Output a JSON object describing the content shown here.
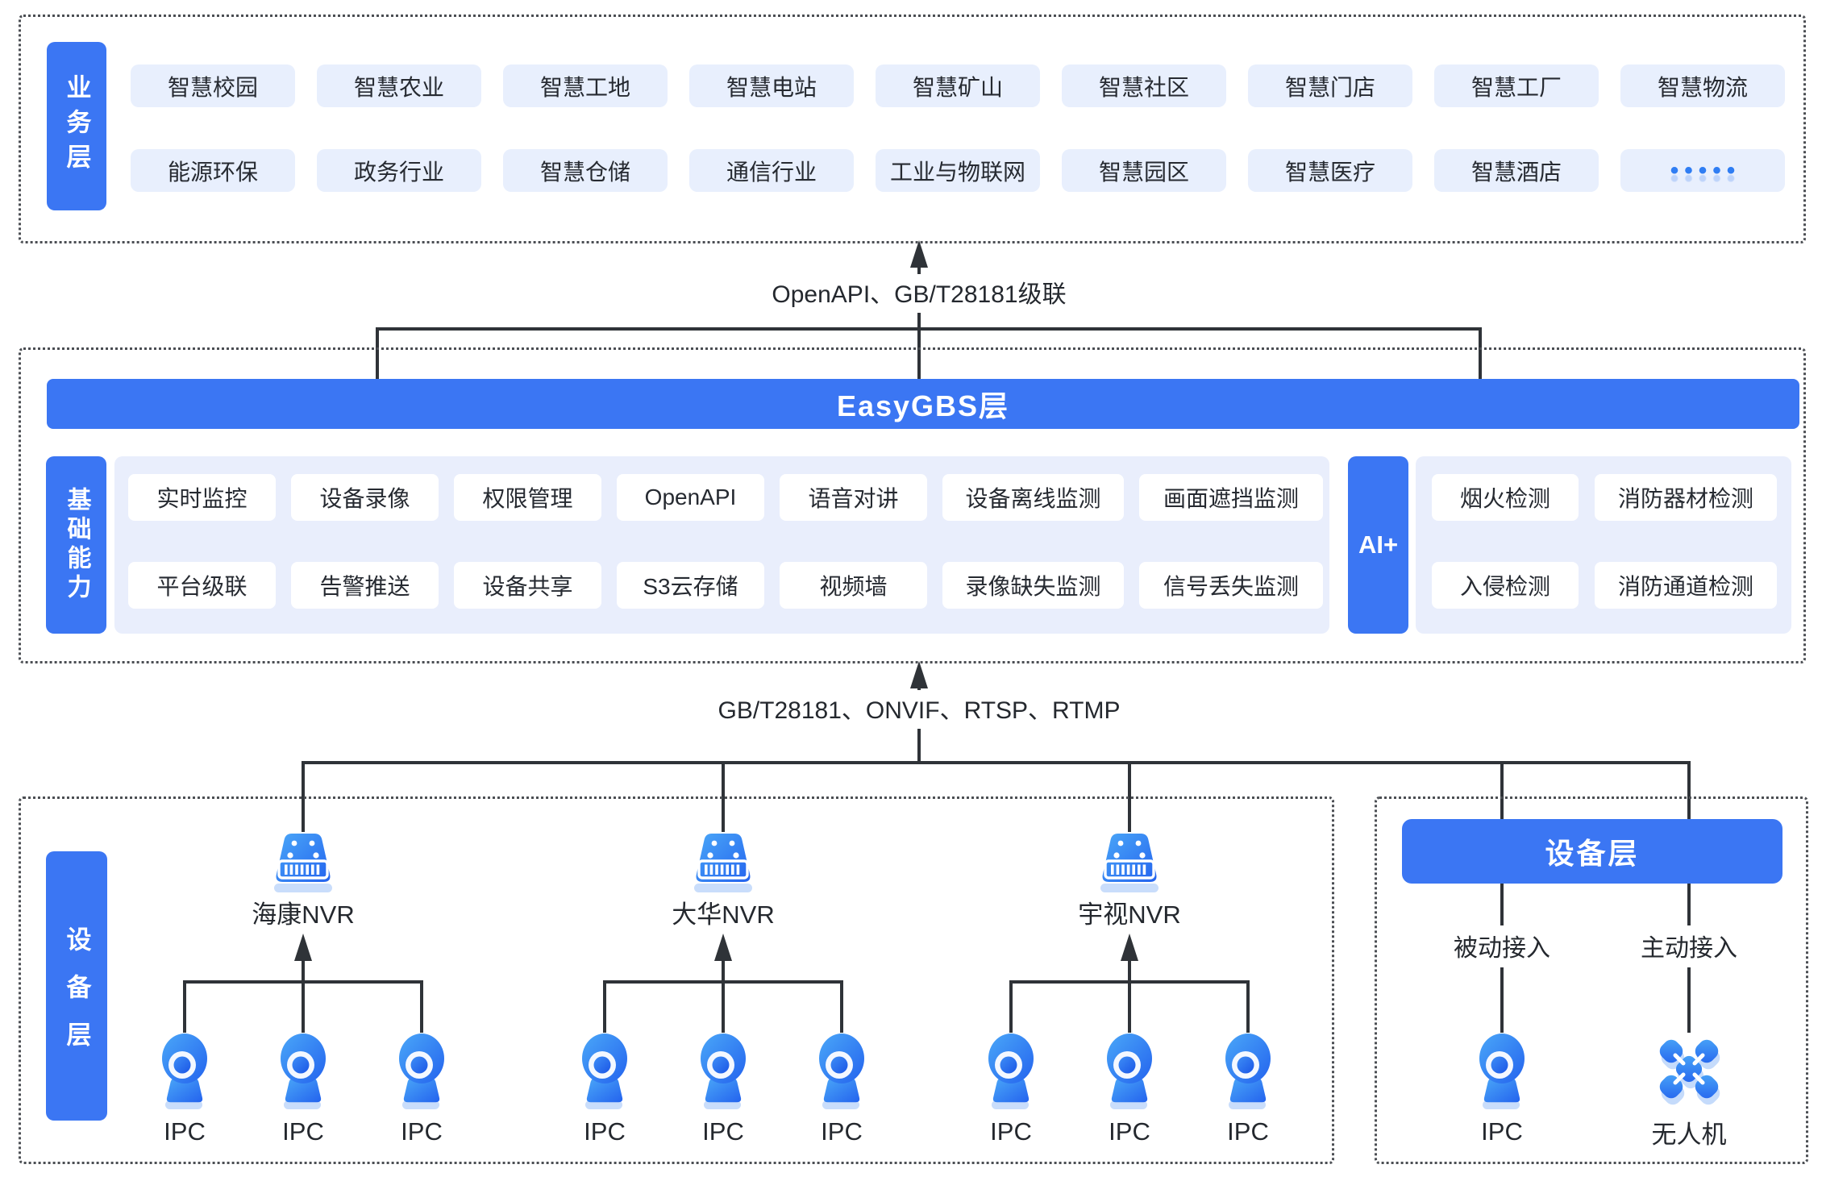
{
  "colors": {
    "primary": "#3b76f3",
    "chip_bg": "#e8effd",
    "panel_bg": "#e9eefc",
    "line": "#2f3338",
    "icon_blue_light": "#4aa7f8",
    "icon_blue_dark": "#2463ee",
    "dots": "#2f7df3"
  },
  "business": {
    "tag": "业务层",
    "row1": [
      "智慧校园",
      "智慧农业",
      "智慧工地",
      "智慧电站",
      "智慧矿山",
      "智慧社区",
      "智慧门店",
      "智慧工厂",
      "智慧物流"
    ],
    "row2": [
      "能源环保",
      "政务行业",
      "智慧仓储",
      "通信行业",
      "工业与物联网",
      "智慧园区",
      "智慧医疗",
      "智慧酒店"
    ],
    "more": "•••••"
  },
  "links": {
    "top": "OpenAPI、GB/T28181级联",
    "bottom": "GB/T28181、ONVIF、RTSP、RTMP"
  },
  "platform": {
    "bar": "EasyGBS层",
    "tag": "基础能力",
    "row1": [
      "实时监控",
      "设备录像",
      "权限管理",
      "OpenAPI",
      "语音对讲",
      "设备离线监测",
      "画面遮挡监测"
    ],
    "row2": [
      "平台级联",
      "告警推送",
      "设备共享",
      "S3云存储",
      "视频墙",
      "录像缺失监测",
      "信号丢失监测"
    ],
    "ai_tag": "AI+",
    "ai_row1": [
      "烟火检测",
      "消防器材检测"
    ],
    "ai_row2": [
      "入侵检测",
      "消防通道检测"
    ]
  },
  "devices": {
    "tag": "设备层",
    "groups": [
      {
        "nvr": "海康NVR",
        "ipcs": [
          "IPC",
          "IPC",
          "IPC"
        ]
      },
      {
        "nvr": "大华NVR",
        "ipcs": [
          "IPC",
          "IPC",
          "IPC"
        ]
      },
      {
        "nvr": "宇视NVR",
        "ipcs": [
          "IPC",
          "IPC",
          "IPC"
        ]
      }
    ]
  },
  "access": {
    "header": "设备层",
    "columns": [
      {
        "mode": "被动接入",
        "device": "IPC"
      },
      {
        "mode": "主动接入",
        "device": "无人机"
      }
    ]
  }
}
